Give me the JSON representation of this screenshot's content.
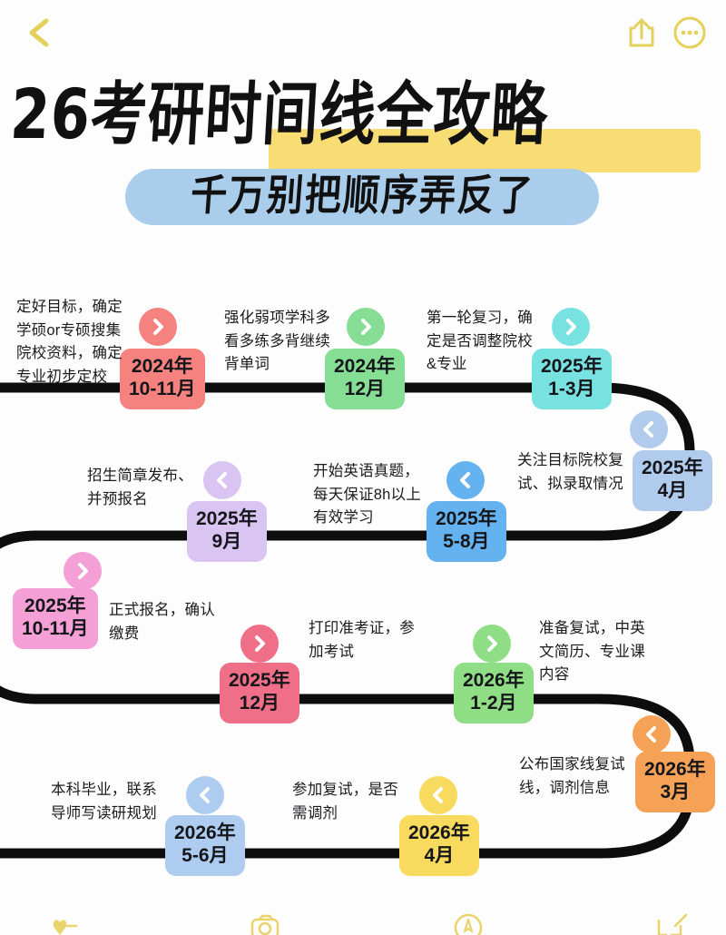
{
  "header": {
    "back_icon": "chevron-left-icon",
    "share_icon": "share-icon",
    "more_icon": "more-ellipsis-icon",
    "icon_color": "#e3d15c"
  },
  "title": {
    "main": "26考研时间线全攻略",
    "highlight_color": "#f8dc74",
    "subtitle": "千万别把顺序弄反了",
    "subtitle_pill_color": "#a9cdea"
  },
  "timeline": {
    "line_color": "#0d0d0d",
    "steps": [
      {
        "id": "step-1",
        "period_line1": "2024年",
        "period_line2": "10-11月",
        "color": "#f5827e",
        "arrow": "right",
        "note": "定好目标，确定\n学硕or专硕搜集\n院校资料，确定\n专业初步定校"
      },
      {
        "id": "step-2",
        "period_line1": "2024年",
        "period_line2": "12月",
        "color": "#85de94",
        "arrow": "right",
        "note": "强化弱项学科多\n看多练多背继续\n背单词"
      },
      {
        "id": "step-3",
        "period_line1": "2025年",
        "period_line2": "1-3月",
        "color": "#78e2e0",
        "arrow": "right",
        "note": "第一轮复习，确\n定是否调整院校\n&专业"
      },
      {
        "id": "step-4",
        "period_line1": "2025年",
        "period_line2": "4月",
        "color": "#b0cbec",
        "arrow": "left",
        "note": "关注目标院校复\n试、拟录取情况"
      },
      {
        "id": "step-5",
        "period_line1": "2025年",
        "period_line2": "5-8月",
        "color": "#64b3f0",
        "arrow": "left",
        "note": "开始英语真题，\n每天保证8h以上\n有效学习"
      },
      {
        "id": "step-6",
        "period_line1": "2025年",
        "period_line2": "9月",
        "color": "#d9c4f2",
        "arrow": "left",
        "note": "招生简章发布、\n并预报名"
      },
      {
        "id": "step-7",
        "period_line1": "2025年",
        "period_line2": "10-11月",
        "color": "#f49fd6",
        "arrow": "right",
        "note": "正式报名，确认\n缴费"
      },
      {
        "id": "step-8",
        "period_line1": "2025年",
        "period_line2": "12月",
        "color": "#ef6f88",
        "arrow": "right",
        "note": "打印准考证，参\n加考试"
      },
      {
        "id": "step-9",
        "period_line1": "2026年",
        "period_line2": "1-2月",
        "color": "#8fdd84",
        "arrow": "right",
        "note": "准备复试，中英\n文简历、专业课\n内容"
      },
      {
        "id": "step-10",
        "period_line1": "2026年",
        "period_line2": "3月",
        "color": "#f5a濃56",
        "arrow": "left",
        "note": "公布国家线复试\n线，调剂信息"
      },
      {
        "id": "step-11",
        "period_line1": "2026年",
        "period_line2": "4月",
        "color": "#f7da5e",
        "arrow": "left",
        "note": "参加复试，是否\n需调剂"
      },
      {
        "id": "step-12",
        "period_line1": "2026年",
        "period_line2": "5-6月",
        "color": "#aecbf0",
        "arrow": "left",
        "note": "本科毕业，联系\n导师写读研规划"
      }
    ]
  },
  "bottombar": {
    "icon_color": "#e8d46a",
    "items": [
      {
        "id": "bb-like",
        "icon": "like-icon"
      },
      {
        "id": "bb-camera",
        "icon": "camera-icon"
      },
      {
        "id": "bb-compass",
        "icon": "compass-icon"
      },
      {
        "id": "bb-comment",
        "icon": "comment-edit-icon"
      }
    ]
  }
}
